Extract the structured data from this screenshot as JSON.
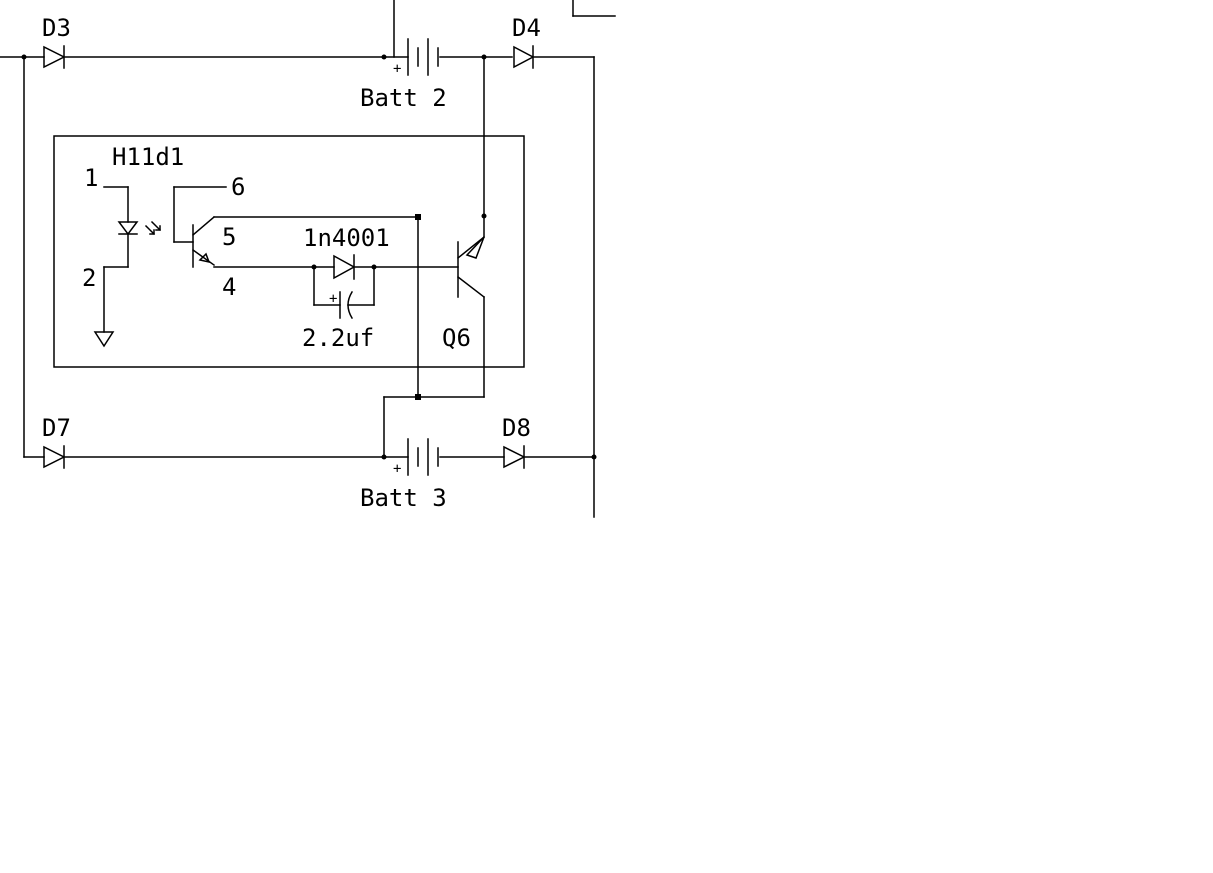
{
  "labels": {
    "d3": "D3",
    "d4": "D4",
    "d7": "D7",
    "d8": "D8",
    "batt2": "Batt 2",
    "batt3": "Batt 3",
    "h11d1": "H11d1",
    "pin1": "1",
    "pin2": "2",
    "pin4": "4",
    "pin5": "5",
    "pin6": "6",
    "diode_1n4001": "1n4001",
    "cap": "2.2uf",
    "q6": "Q6",
    "plus": "+"
  }
}
